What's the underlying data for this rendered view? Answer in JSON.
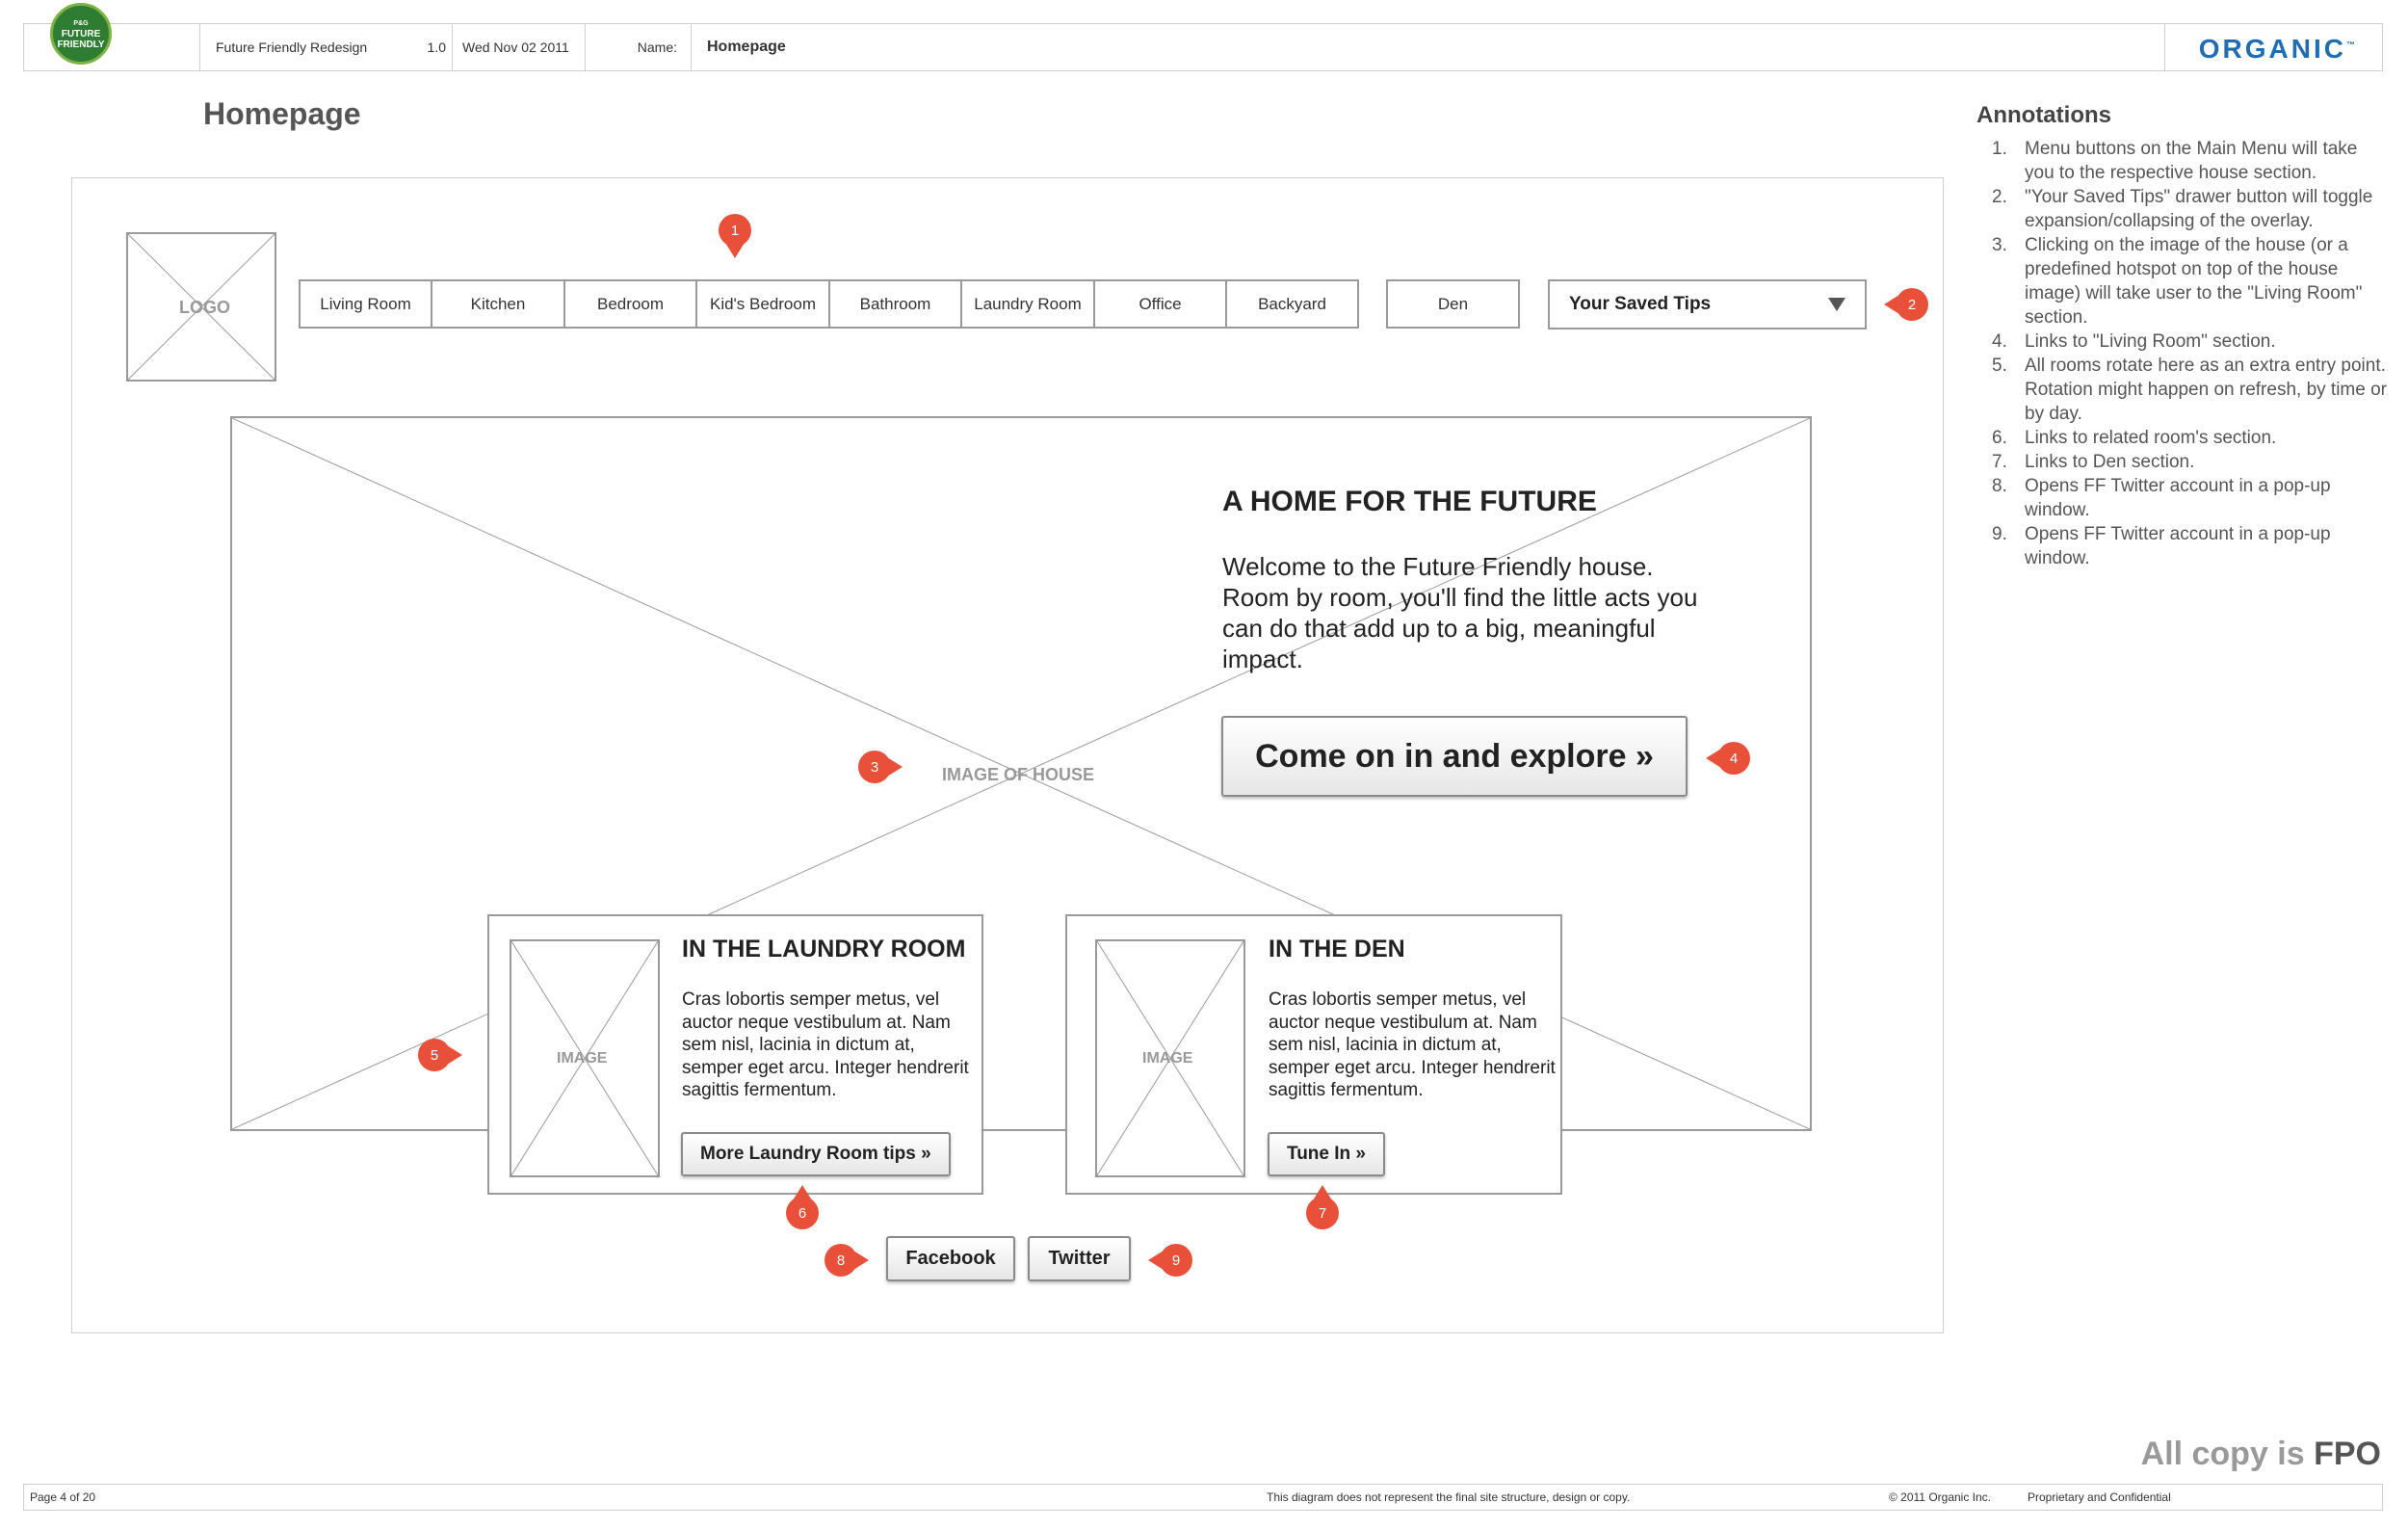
{
  "header": {
    "badge_top": "P&G",
    "badge_line1": "FUTURE",
    "badge_line2": "FRIENDLY",
    "project": "Future Friendly Redesign",
    "version": "1.0",
    "date": "Wed Nov 02 2011",
    "name_label": "Name:",
    "name_value": "Homepage",
    "brand": "ORGANIC",
    "brand_tm": "™"
  },
  "page_title": "Homepage",
  "wireframe": {
    "logo_label": "LOGO",
    "nav": [
      "Living Room",
      "Kitchen",
      "Bedroom",
      "Kid's Bedroom",
      "Bathroom",
      "Laundry Room",
      "Office",
      "Backyard"
    ],
    "den_label": "Den",
    "saved_tips_label": "Your Saved Tips",
    "hero_image_label": "IMAGE OF HOUSE",
    "hero_title": "A HOME FOR THE FUTURE",
    "hero_body": "Welcome to the Future Friendly house. Room by room, you'll find the little acts you can do that add up to a big, meaningful impact.",
    "hero_cta": "Come on in and explore »",
    "cards": [
      {
        "image_label": "IMAGE",
        "title": "IN THE LAUNDRY ROOM",
        "body": "Cras lobortis semper metus, vel auctor neque vestibulum at. Nam sem nisl, lacinia in dictum at, semper eget arcu. Integer hendrerit sagittis fermentum.",
        "button": "More Laundry Room tips »"
      },
      {
        "image_label": "IMAGE",
        "title": "IN THE DEN",
        "body": "Cras lobortis semper metus, vel auctor neque vestibulum at. Nam sem nisl, lacinia in dictum at, semper eget arcu. Integer hendrerit sagittis fermentum.",
        "button": "Tune In »"
      }
    ],
    "social": {
      "facebook": "Facebook",
      "twitter": "Twitter"
    },
    "markers": [
      "1",
      "2",
      "3",
      "4",
      "5",
      "6",
      "7",
      "8",
      "9"
    ]
  },
  "annotations": {
    "title": "Annotations",
    "items": [
      {
        "num": "1.",
        "text": "Menu buttons on the Main Menu will take you to the respective house section."
      },
      {
        "num": "2.",
        "text": "\"Your Saved Tips\" drawer button will toggle expansion/collapsing of the overlay."
      },
      {
        "num": "3.",
        "text": "Clicking on the image of the house (or a predefined hotspot on top of the house image) will take user to the \"Living Room\" section."
      },
      {
        "num": "4.",
        "text": "Links to \"Living Room\" section."
      },
      {
        "num": "5.",
        "text": "All rooms rotate here as an extra entry point. Rotation might happen on refresh, by time or by day."
      },
      {
        "num": "6.",
        "text": "Links to related room's section."
      },
      {
        "num": "7.",
        "text": "Links to Den section."
      },
      {
        "num": "8.",
        "text": "Opens FF Twitter account in a pop-up window."
      },
      {
        "num": "9.",
        "text": "Opens FF Twitter account in a pop-up window."
      }
    ]
  },
  "fpo": {
    "prefix": "All copy is",
    "emphasis": "FPO"
  },
  "footer": {
    "page": "Page 4 of 20",
    "disclaimer": "This diagram does not represent the final site structure, design or copy.",
    "copyright": "© 2011 Organic Inc.",
    "confidential": "Proprietary and Confidential"
  },
  "colors": {
    "marker": "#e8503a",
    "brand": "#1f6db3",
    "badge": "#2e7d32"
  }
}
